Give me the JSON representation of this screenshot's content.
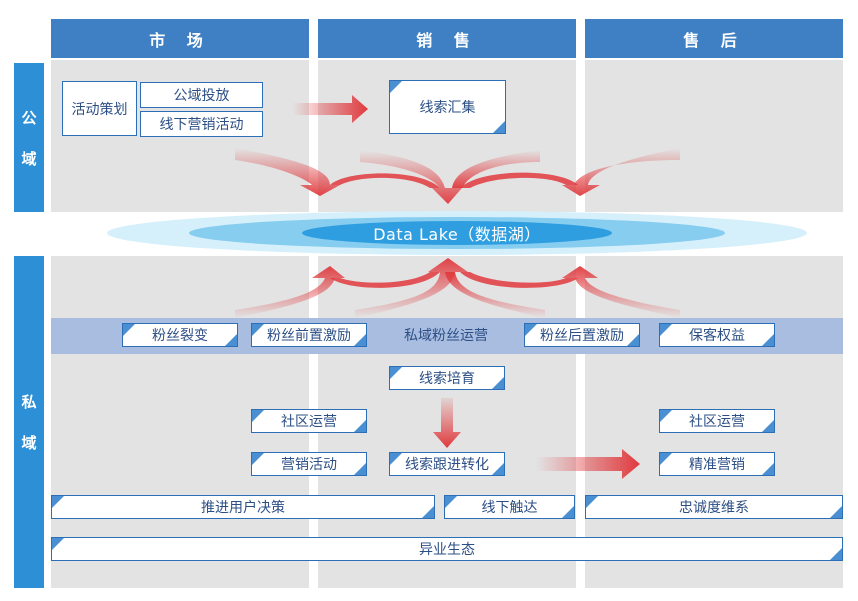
{
  "headers": {
    "market": "市 场",
    "sales": "销 售",
    "after_sales": "售 后"
  },
  "side": {
    "public": [
      "公",
      "域"
    ],
    "private": [
      "私",
      "域"
    ]
  },
  "public_domain": {
    "activity_planning": "活动策划",
    "public_placement": "公域投放",
    "offline_marketing": "线下营销活动",
    "lead_collection": "线索汇集"
  },
  "data_lake": "Data Lake（数据湖）",
  "band": {
    "fission": "粉丝裂变",
    "pre_incentive": "粉丝前置激励",
    "private_ops": "私域粉丝运营",
    "post_incentive": "粉丝后置激励",
    "retention": "保客权益"
  },
  "private_domain": {
    "lead_nurturing": "线索培育",
    "community_ops_left": "社区运营",
    "marketing_activity": "营销活动",
    "lead_conversion": "线索跟进转化",
    "community_ops_right": "社区运营",
    "precision_marketing": "精准营销",
    "decision_push": "推进用户决策",
    "offline_reach": "线下触达",
    "loyalty": "忠诚度维系",
    "ecosystem": "异业生态"
  },
  "colors": {
    "header": "#3f7fc4",
    "side": "#2d8fd6",
    "box_border": "#2c6fb7",
    "text": "#2c4f86",
    "arrow": "#e03a3e",
    "lake": "#5bb8ea"
  }
}
